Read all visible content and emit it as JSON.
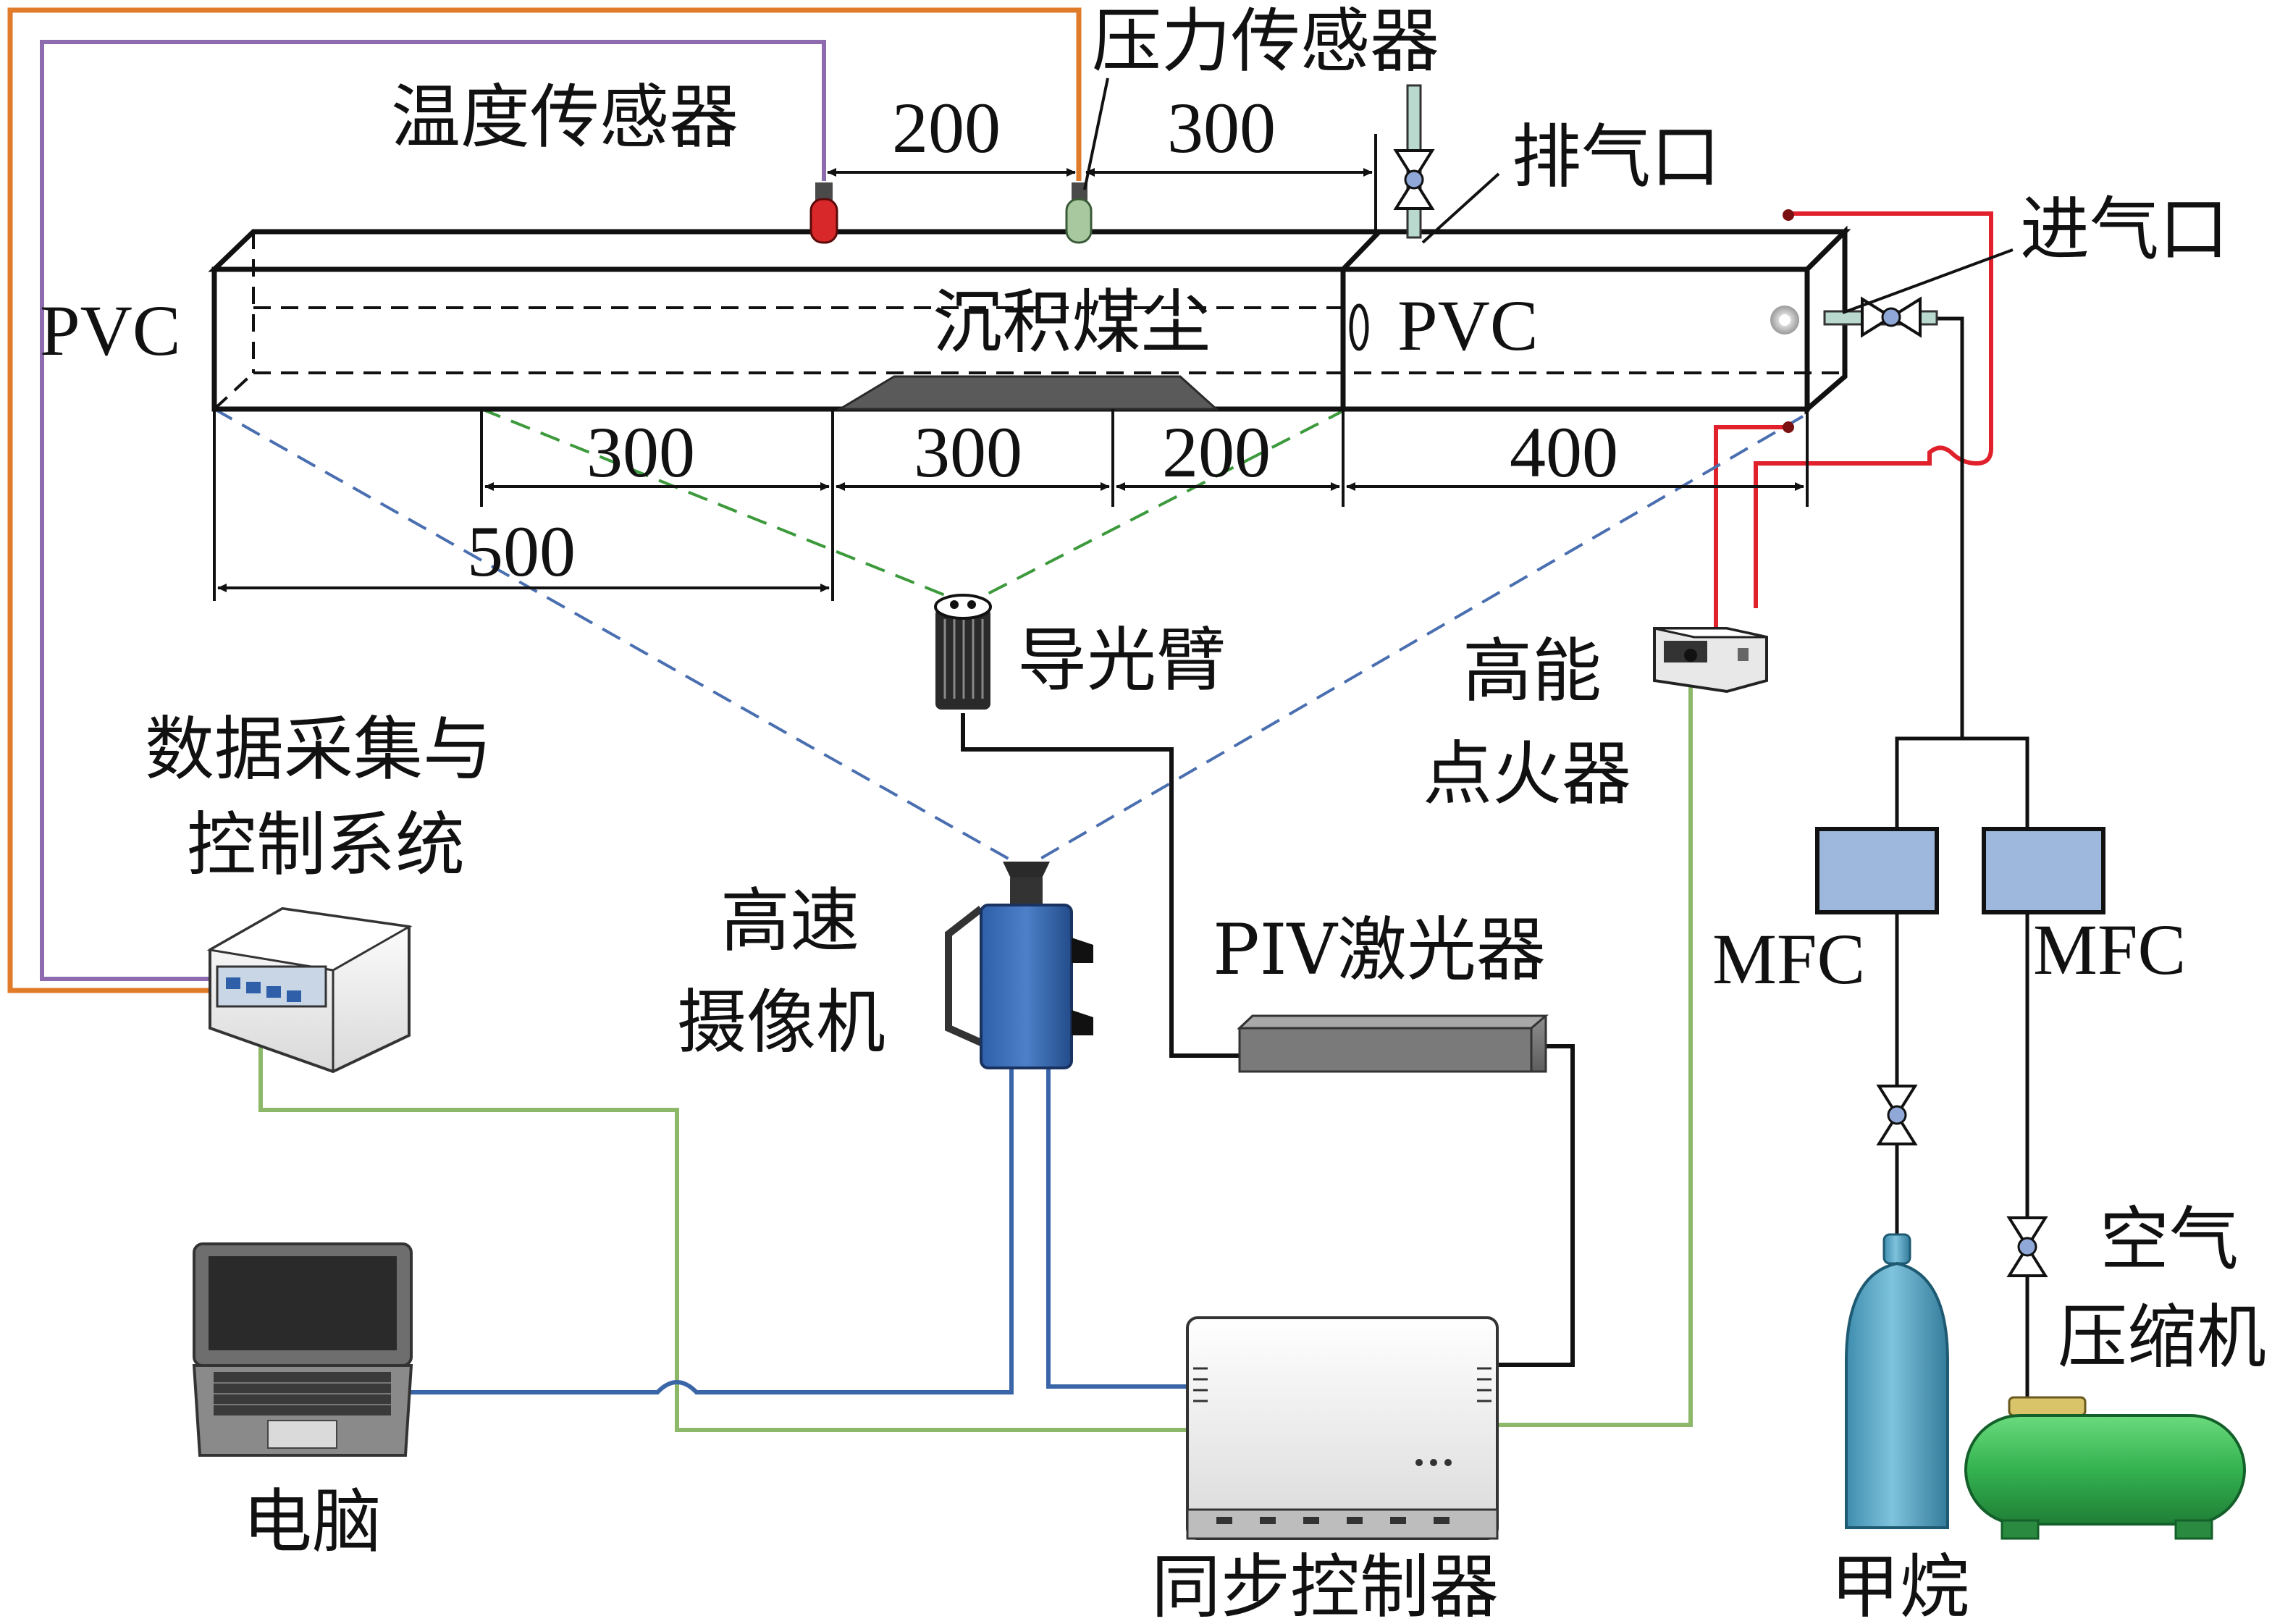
{
  "labels": {
    "temp_sensor": "温度传感器",
    "pressure_sensor": "压力传感器",
    "exhaust": "排气口",
    "inlet": "进气口",
    "pvc_left": "PVC",
    "pvc_right": "PVC",
    "coal_dust": "沉积煤尘",
    "light_arm": "导光臂",
    "ignition_line1": "高能",
    "ignition_line2": "点火器",
    "daq_line1": "数据采集与",
    "daq_line2": "控制系统",
    "camera_line1": "高速",
    "camera_line2": "摄像机",
    "piv_laser": "PIV激光器",
    "mfc_left": "MFC",
    "mfc_right": "MFC",
    "computer": "电脑",
    "sync_controller": "同步控制器",
    "methane": "甲烷",
    "air_line1": "空气",
    "air_line2": "压缩机"
  },
  "dimensions": {
    "top_200": "200",
    "top_300": "300",
    "bottom_300_a": "300",
    "bottom_300_b": "300",
    "bottom_200": "200",
    "bottom_400": "400",
    "bottom_500": "500"
  },
  "colors": {
    "orange_wire": "#E07B2A",
    "purple_wire": "#8E6AAE",
    "red_wire": "#E0202A",
    "green_wire": "#8DB86A",
    "blue_wire": "#3A66A8",
    "dash_blue": "#4A6FB0",
    "dash_green": "#3C9A3C",
    "mfc_fill": "#9DB8DC",
    "methane_cyl": "#5AA7C6",
    "compressor": "#3DBE5A"
  }
}
